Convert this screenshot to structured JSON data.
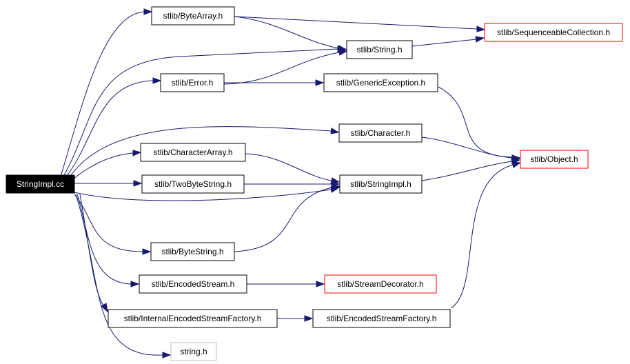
{
  "colors": {
    "edge": "#191970",
    "normal_border": "#000000",
    "missing_border": "#ff0000",
    "external_border": "#bfbfbf",
    "root_fill": "#000000",
    "root_text": "#ffffff",
    "text": "#000000"
  },
  "nodes": {
    "root": {
      "label": "StringImpl.cc",
      "kind": "root"
    },
    "bytearray": {
      "label": "stlib/ByteArray.h",
      "kind": "normal"
    },
    "seqcoll": {
      "label": "stlib/SequenceableCollection.h",
      "kind": "missing"
    },
    "string": {
      "label": "stlib/String.h",
      "kind": "normal"
    },
    "error": {
      "label": "stlib/Error.h",
      "kind": "normal"
    },
    "genexc": {
      "label": "stlib/GenericException.h",
      "kind": "normal"
    },
    "character": {
      "label": "stlib/Character.h",
      "kind": "normal"
    },
    "chararray": {
      "label": "stlib/CharacterArray.h",
      "kind": "normal"
    },
    "object": {
      "label": "stlib/Object.h",
      "kind": "missing"
    },
    "twobyte": {
      "label": "stlib/TwoByteString.h",
      "kind": "normal"
    },
    "stringimpl": {
      "label": "stlib/StringImpl.h",
      "kind": "normal"
    },
    "bytestring": {
      "label": "stlib/ByteString.h",
      "kind": "normal"
    },
    "encstream": {
      "label": "stlib/EncodedStream.h",
      "kind": "normal"
    },
    "streamdec": {
      "label": "stlib/StreamDecorator.h",
      "kind": "missing"
    },
    "intfactory": {
      "label": "stlib/InternalEncodedStreamFactory.h",
      "kind": "normal"
    },
    "encfactory": {
      "label": "stlib/EncodedStreamFactory.h",
      "kind": "normal"
    },
    "stringh": {
      "label": "string.h",
      "kind": "external"
    }
  }
}
